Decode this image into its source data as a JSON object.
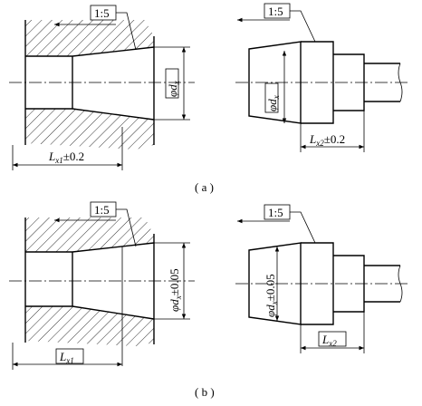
{
  "taper_ratio": "1:5",
  "panel_a": {
    "caption": "( a )",
    "hole_dia_symbol": "φd",
    "hole_dia_sub": "x",
    "hole_len_symbol": "L",
    "hole_len_sub": "x1",
    "hole_len_tol": "±0.2",
    "shaft_dia_symbol": "φd",
    "shaft_dia_sub": "x",
    "shaft_len_symbol": "L",
    "shaft_len_sub": "x2",
    "shaft_len_tol": "±0.2"
  },
  "panel_b": {
    "caption": "( b )",
    "hole_dia_symbol": "φd",
    "hole_dia_sub": "x",
    "hole_dia_tol": "±0.05",
    "hole_len_symbol": "L",
    "hole_len_sub": "x1",
    "shaft_dia_symbol": "φd",
    "shaft_dia_sub": "x",
    "shaft_dia_tol": "±0.05",
    "shaft_len_symbol": "L",
    "shaft_len_sub": "x2"
  }
}
